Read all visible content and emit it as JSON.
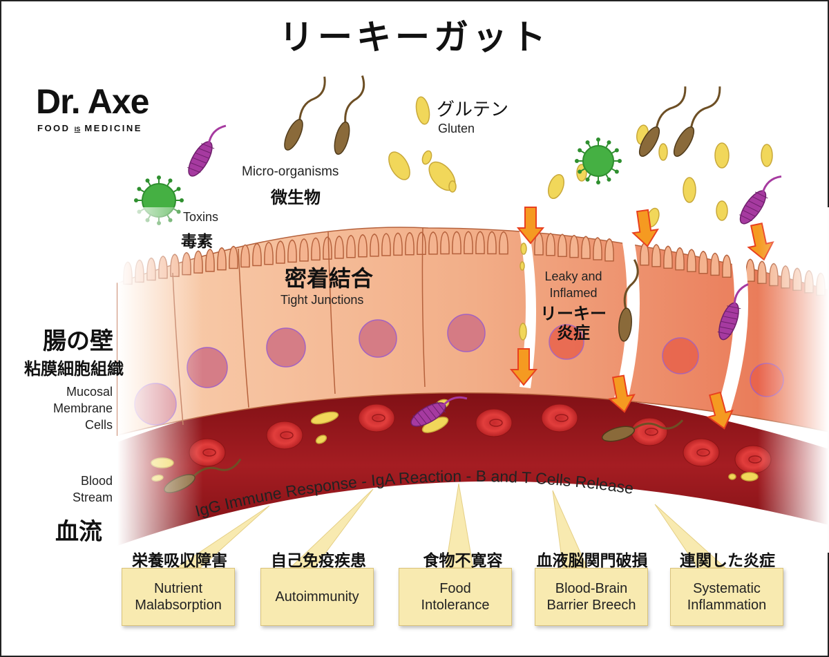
{
  "title": "リーキーガット",
  "logo": {
    "name": "Dr. Axe",
    "tagline_left": "FOOD",
    "tagline_mid": "IS",
    "tagline_right": "MEDICINE"
  },
  "labels": {
    "gluten_jp": "グルテン",
    "gluten_en": "Gluten",
    "microorganisms_en": "Micro-organisms",
    "microorganisms_jp": "微生物",
    "toxins_en": "Toxins",
    "toxins_jp": "毒素",
    "tight_junctions_jp": "密着結合",
    "tight_junctions_en": "Tight Junctions",
    "leaky_en_1": "Leaky and",
    "leaky_en_2": "Inflamed",
    "leaky_jp_1": "リーキー",
    "leaky_jp_2": "炎症",
    "gut_wall_jp": "腸の壁",
    "mucosal_jp": "粘膜細胞組織",
    "mucosal_en_1": "Mucosal",
    "mucosal_en_2": "Membrane",
    "mucosal_en_3": "Cells",
    "blood_en_1": "Blood",
    "blood_en_2": "Stream",
    "blood_jp": "血流",
    "immune_response": "IgG Immune Response - IgA Reaction - B and T Cells Release"
  },
  "outcomes": [
    {
      "jp": "栄養吸収障害",
      "en_1": "Nutrient",
      "en_2": "Malabsorption"
    },
    {
      "jp": "自己免疫疾患",
      "en_1": "Autoimmunity",
      "en_2": ""
    },
    {
      "jp": "食物不寛容",
      "en_1": "Food",
      "en_2": "Intolerance"
    },
    {
      "jp": "血液脳関門破損",
      "en_1": "Blood-Brain",
      "en_2": "Barrier Breech"
    },
    {
      "jp": "連関した炎症",
      "en_1": "Systematic",
      "en_2": "Inflammation"
    }
  ],
  "colors": {
    "healthy_cell": "#f4b38f",
    "inflamed_cell": "#e9765a",
    "nucleus": "#d27684",
    "blood_vessel": "#9e1a1f",
    "red_blood_cell": "#e0393a",
    "gluten": "#f1d75a",
    "virus": "#45b043",
    "parasite": "#a63aa0",
    "bacteria": "#8a6a3a",
    "arrow": "#f59a21",
    "callout": "#f8eab0"
  }
}
